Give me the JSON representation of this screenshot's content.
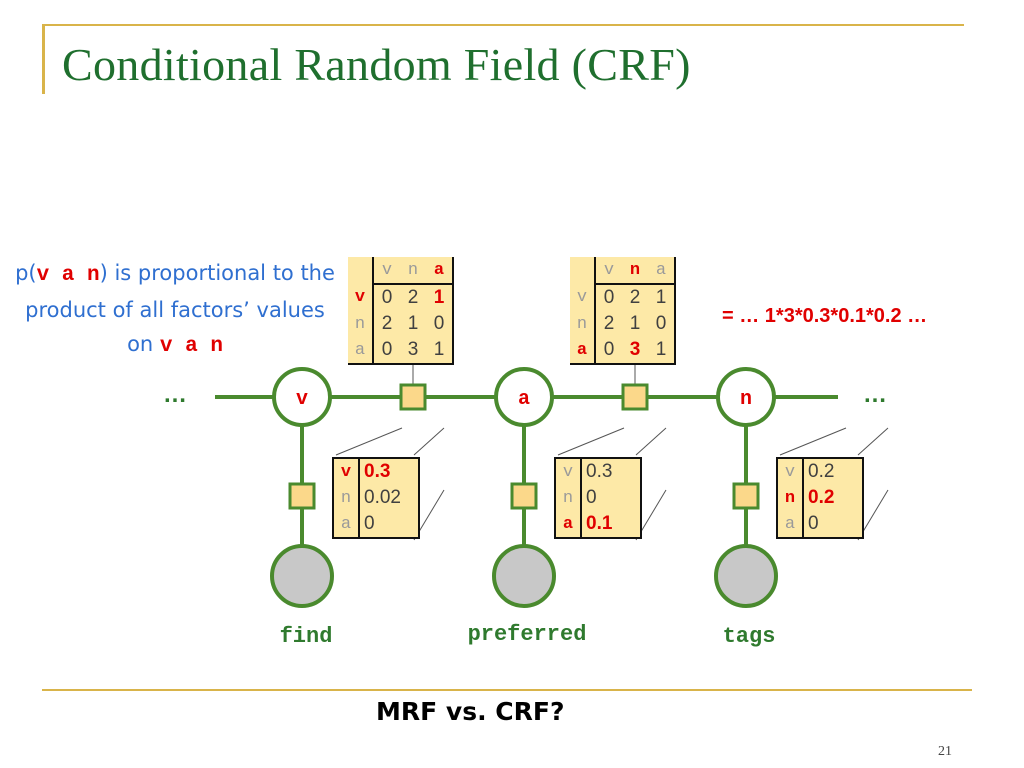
{
  "slide": {
    "title": "Conditional Random Field (CRF)",
    "page_number": "21",
    "question": "MRF vs. CRF?"
  },
  "description": {
    "pre": "p(",
    "vars1": "v a n",
    "mid": ") is proportional to the product of all factors’ values on ",
    "vars2": "v a n"
  },
  "equation": "= … 1*3*0.3*0.1*0.2 …",
  "nodes": [
    {
      "label": "v",
      "word": "find"
    },
    {
      "label": "a",
      "word": "preferred"
    },
    {
      "label": "n",
      "word": "tags"
    }
  ],
  "ellipsis_left": "…",
  "ellipsis_right": "…",
  "binary_tables": [
    {
      "cols": [
        "v",
        "n",
        "a"
      ],
      "rows": [
        {
          "label": "v",
          "values": [
            "0",
            "2",
            "1"
          ]
        },
        {
          "label": "n",
          "values": [
            "2",
            "1",
            "0"
          ]
        },
        {
          "label": "a",
          "values": [
            "0",
            "3",
            "1"
          ]
        }
      ],
      "highlight_row": 0,
      "highlight_col": 2
    },
    {
      "cols": [
        "v",
        "n",
        "a"
      ],
      "rows": [
        {
          "label": "v",
          "values": [
            "0",
            "2",
            "1"
          ]
        },
        {
          "label": "n",
          "values": [
            "2",
            "1",
            "0"
          ]
        },
        {
          "label": "a",
          "values": [
            "0",
            "3",
            "1"
          ]
        }
      ],
      "highlight_row": 2,
      "highlight_col": 1
    }
  ],
  "unary_tables": [
    {
      "rows": [
        {
          "label": "v",
          "value": "0.3"
        },
        {
          "label": "n",
          "value": "0.02"
        },
        {
          "label": "a",
          "value": "0"
        }
      ],
      "highlight_row": 0
    },
    {
      "rows": [
        {
          "label": "v",
          "value": "0.3"
        },
        {
          "label": "n",
          "value": "0"
        },
        {
          "label": "a",
          "value": "0.1"
        }
      ],
      "highlight_row": 2
    },
    {
      "rows": [
        {
          "label": "v",
          "value": "0.2"
        },
        {
          "label": "n",
          "value": "0.2"
        },
        {
          "label": "a",
          "value": "0"
        }
      ],
      "highlight_row": 1
    }
  ],
  "colors": {
    "title": "#1f6f2e",
    "graph_green": "#4a8a2e",
    "factor_fill": "#fbd88a",
    "table_fill": "#fde9a7",
    "highlight_red": "#e00000",
    "description_blue": "#2f6fd0",
    "observed_node_fill": "#c8c8c8",
    "rule_gold": "#d9b44a"
  }
}
